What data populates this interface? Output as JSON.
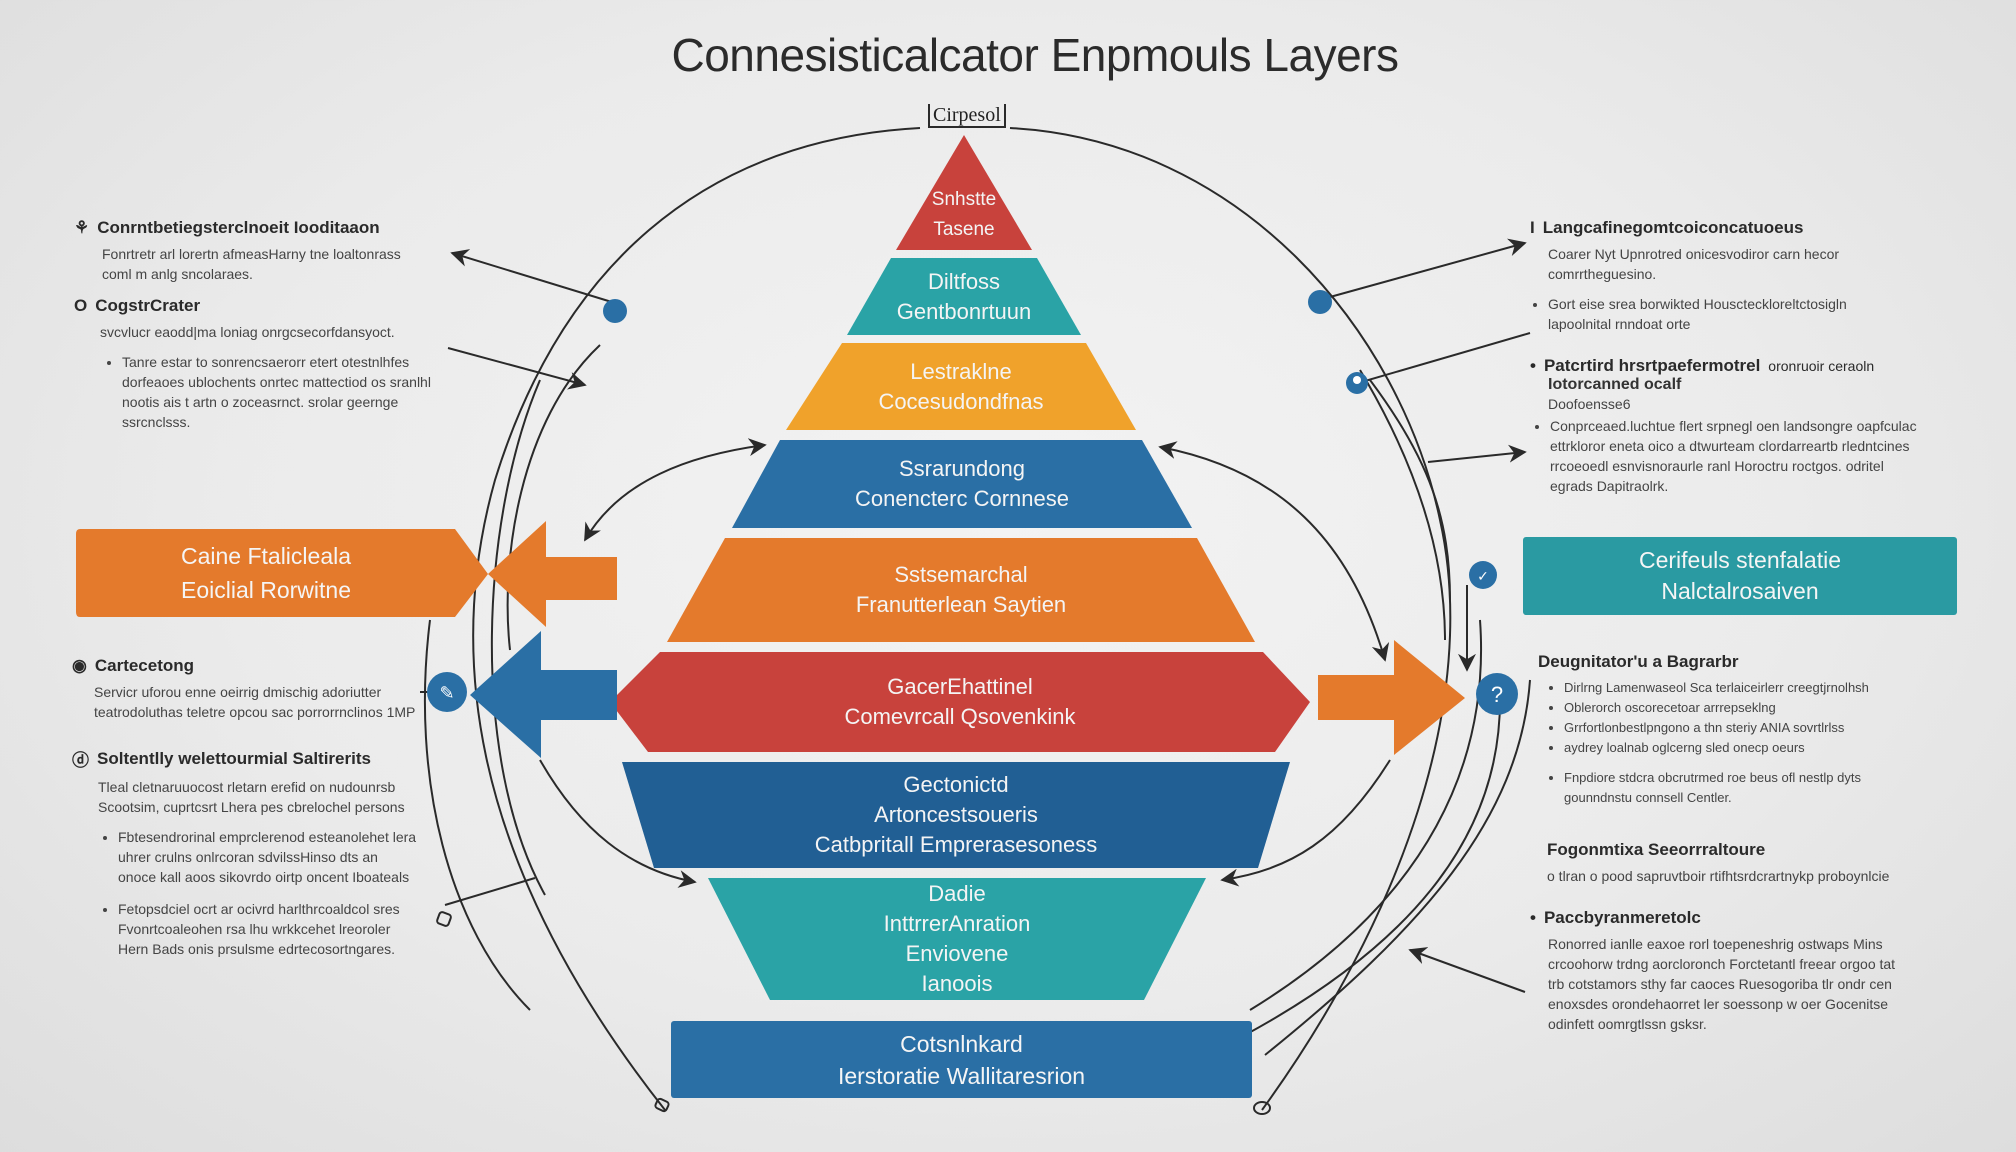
{
  "title": "Connesisticalcator Enpmouls Layers",
  "top_tag": "Cirpesol",
  "colors": {
    "red": "#c8423c",
    "teal": "#2aa3a6",
    "amber": "#f0a22b",
    "blue": "#2a6fa5",
    "orange": "#e47a2c",
    "dark_blue": "#215f94",
    "line": "#2a2a2a"
  },
  "pyramid_layers": [
    {
      "lines": [
        "Snhstte",
        "Tasene"
      ],
      "color": "red"
    },
    {
      "lines": [
        "Diltfoss",
        "Gentbonrtuun"
      ],
      "color": "teal"
    },
    {
      "lines": [
        "Lestraklne",
        "Cocesudondfnas"
      ],
      "color": "amber"
    },
    {
      "lines": [
        "Ssrarundong",
        "Conencterc Cornnese"
      ],
      "color": "blue"
    },
    {
      "lines": [
        "Sstsemarchal",
        "Franutterlean Saytien"
      ],
      "color": "orange"
    },
    {
      "lines": [
        "GacerEhattinel",
        "Comevrcall Qsovenkink"
      ],
      "color": "red"
    },
    {
      "lines": [
        "Gectonictd",
        "Artoncestsoueris",
        "Catbpritall Emprerasesoness"
      ],
      "color": "dark_blue"
    },
    {
      "lines": [
        "Dadie",
        "InttrrerAnration",
        "Enviovene",
        "Ianoois"
      ],
      "color": "teal"
    }
  ],
  "base_box": {
    "lines": [
      "Cotsnlnkard",
      "Ierstoratie Wallitaresrion"
    ]
  },
  "left_box": {
    "lines": [
      "Caine Ftalicleala",
      "Eoiclial Rorwitne"
    ]
  },
  "right_box": {
    "lines": [
      "Cerifeuls stenfalatie",
      "Nalctalrosaiven"
    ]
  },
  "right_badge_question": "?",
  "left_notes": [
    {
      "marker": "⚘",
      "heading": "Conrntbetiegsterclnoeit Iooditaaon",
      "paragraphs": [
        "Fonrtretr arl lorertn afmeasHarny tne loaltonrass",
        "coml m anlg sncolaraes."
      ],
      "bullets": []
    },
    {
      "marker": "O",
      "heading": "CogstrCrater",
      "paragraphs": [
        "svcvlucr eaodd|ma loniag onrgcsecorfdansyoct."
      ],
      "bullets": [
        "Tanre estar to sonrencsaerorr etert otestnlhfes dorfeaoes ublochents onrtec mattectiod os sranlhl nootis ais t artn o zoceasrnct. srolar geernge ssrcnclsss."
      ]
    },
    {
      "marker": "◉",
      "heading": "Cartecetong",
      "paragraphs": [
        "Servicr uforou enne oeirrig dmischig adoriutter",
        "teatrodoluthas teletre opcou sac porrorrnclinos 1MP"
      ],
      "bullets": []
    },
    {
      "marker": "ⓓ",
      "heading": "Soltentlly welettourmial Saltirerits",
      "paragraphs": [
        "Tleal cletnaruuocost rletarn erefid on nudounrsb",
        "Scootsim, cuprtcsrt Lhera pes cbrelochel persons"
      ],
      "bullets": [
        "Fbtesendrorinal emprclerenod esteanolehet lera uhrer crulns onlrcoran sdvilssHinso dts an onoce kall aoos sikovrdo oirtp oncent Iboateals",
        "Fetopsdciel ocrt ar ocivrd harlthrcoaldcol sres Fvonrtcoaleohen rsa lhu wrkkcehet lreoroler Hern Bads onis prsulsme edrtecosortngares."
      ]
    }
  ],
  "right_notes": [
    {
      "marker": "I",
      "heading": "Langcafinegomtcoiconcatuoeus",
      "paragraphs": [
        "Coarer Nyt Upnrotred onicesvodiror carn hecor",
        "comrrtheguesino."
      ],
      "bullets": [
        "Gort eise srea borwikted Houscteckloreltctosigln lapoolnital rnndoat orte"
      ]
    },
    {
      "marker": "•",
      "heading": "Patcrtird hrsrtpaefermotrel",
      "heading_suffix": "oronruoir ceraoln",
      "subheading": "Iotorcanned ocalf",
      "paragraphs": [
        "Doofoensse6"
      ],
      "bullets": [
        "Conprceaed.luchtue flert srpnegl oen landsongre oapfculac ettrkloror eneta oico a dtwurteam clordarreartb rledntcines rrcoeoedl esnvisnoraurle ranl Horoctru roctgos. odritel egrads Dapitraolrk."
      ]
    },
    {
      "marker": "",
      "heading": "Deugnitator'u a Bagrarbr",
      "paragraphs": [],
      "bullets": [
        "Dirlrng Lamenwaseol Sca terlaiceirlerr creegtjrnolhsh",
        "Oblerorch oscorecetoar arrrepseklng",
        "Grrfortlonbestlpngono a thn steriy ANIA sovrtlrlss",
        "aydrey loalnab oglcerng sled onecp oeurs",
        "Fnpdiore stdcra obcrutrmed roe beus ofl nestlp dyts gounndnstu connsell Centler."
      ]
    },
    {
      "marker": "",
      "heading": "Fogonmtixa Seeorrraltoure",
      "paragraphs": [
        "o tlran o pood sapruvtboir rtifhtsrdcrartnykp proboynlcie"
      ],
      "bullets": []
    },
    {
      "marker": "•",
      "heading": "Paccbyranmeretolc",
      "paragraphs": [
        "Ronorred ianlle eaxoe rorl toepeneshrig ostwaps Mins crcoohorw trdng aorcloronch Forctetantl freear orgoo tat trb cotstamors sthy far caoces Ruesogoriba tlr ondr cen enoxsdes orondehaorret ler soessonp w oer Gocenitse odinfett oomrgtlssn gsksr."
      ],
      "bullets": []
    }
  ]
}
